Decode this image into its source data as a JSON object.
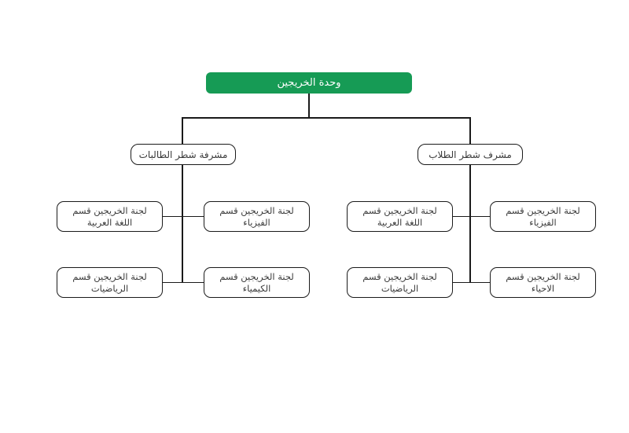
{
  "diagram": {
    "title": "org-chart-graduates-unit",
    "root": {
      "label": "وحدة الخريجين"
    },
    "branches": [
      {
        "supervisor": "مشرفة شطر الطالبات",
        "committees": [
          {
            "line1": "لجنة الخريجين قسم",
            "line2": "اللغة العربية"
          },
          {
            "line1": "لجنة الخريجين قسم",
            "line2": "الفيزياء"
          },
          {
            "line1": "لجنة الخريجين قسم",
            "line2": "الرياضيات"
          },
          {
            "line1": "لجنة الخريجين قسم",
            "line2": "الكيمياء"
          }
        ]
      },
      {
        "supervisor": "مشرف شطر الطلاب",
        "committees": [
          {
            "line1": "لجنة الخريجين  قسم",
            "line2": "اللغة العربية"
          },
          {
            "line1": "لجنة الخريجين  قسم",
            "line2": "الفيزياء"
          },
          {
            "line1": "لجنة الخريجين قسم",
            "line2": "الرياضيات"
          },
          {
            "line1": "لجنة الخريجين قسم",
            "line2": "الاحياء"
          }
        ]
      }
    ]
  },
  "colors": {
    "root_bg": "#169b55",
    "root_text": "#ffffff",
    "node_border": "#1a1a1a",
    "node_text": "#3a3a3a",
    "line": "#1a1a1a"
  }
}
